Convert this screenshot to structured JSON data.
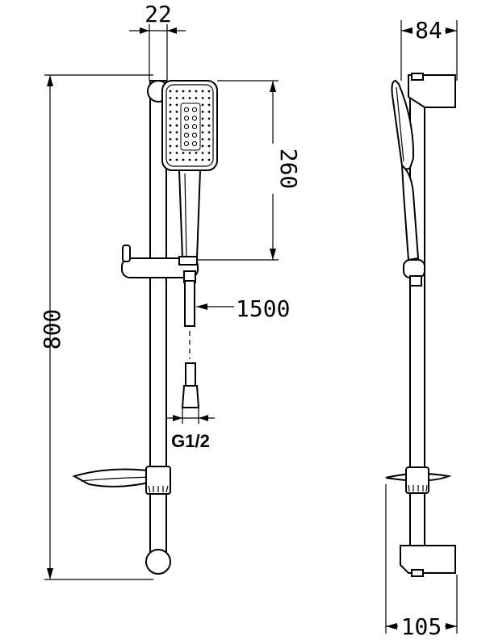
{
  "dimensions": {
    "rail_width": "22",
    "head_depth": "84",
    "head_height": "260",
    "overall_height": "800",
    "hose_length": "1500",
    "thread": "G1/2",
    "soap_dish_depth": "105"
  }
}
